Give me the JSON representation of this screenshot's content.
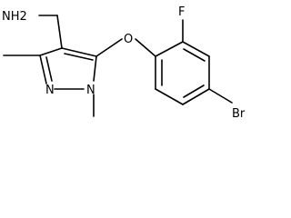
{
  "molecule": {
    "atoms": {
      "amine": "NH2",
      "ether_oxygen": "O",
      "fluorine": "F",
      "bromine": "Br",
      "ring_nitrogen_1": "N",
      "ring_nitrogen_2": "N"
    }
  }
}
